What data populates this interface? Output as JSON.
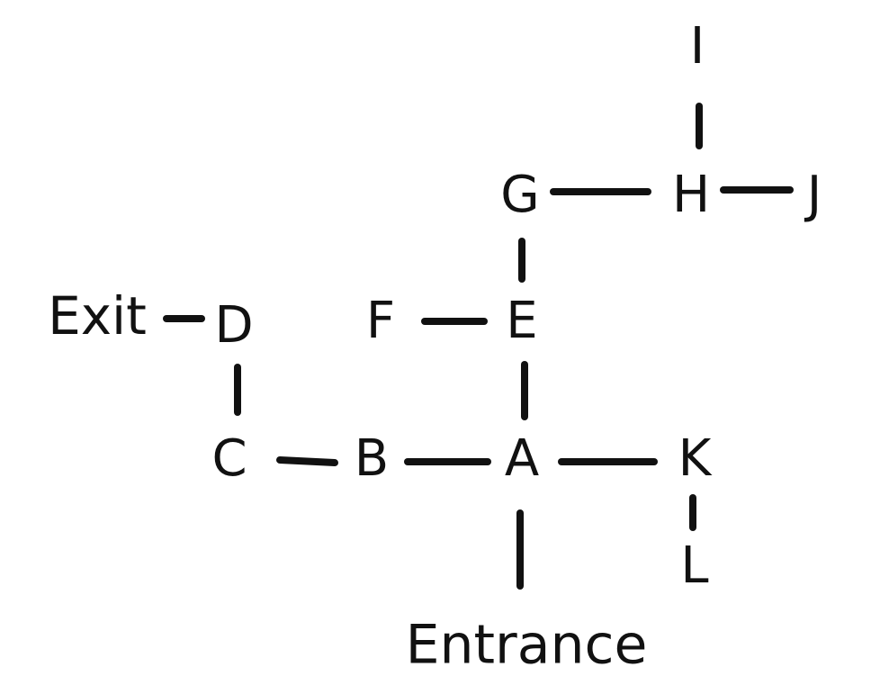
{
  "diagram": {
    "nodes": [
      {
        "id": "I",
        "label": "I"
      },
      {
        "id": "G",
        "label": "G"
      },
      {
        "id": "H",
        "label": "H"
      },
      {
        "id": "J",
        "label": "J"
      },
      {
        "id": "Exit",
        "label": "Exit"
      },
      {
        "id": "D",
        "label": "D"
      },
      {
        "id": "F",
        "label": "F"
      },
      {
        "id": "E",
        "label": "E"
      },
      {
        "id": "C",
        "label": "C"
      },
      {
        "id": "B",
        "label": "B"
      },
      {
        "id": "A",
        "label": "A"
      },
      {
        "id": "K",
        "label": "K"
      },
      {
        "id": "L",
        "label": "L"
      },
      {
        "id": "Entrance",
        "label": "Entrance"
      }
    ],
    "edges": [
      {
        "from": "I",
        "to": "H"
      },
      {
        "from": "G",
        "to": "H"
      },
      {
        "from": "H",
        "to": "J"
      },
      {
        "from": "G",
        "to": "E"
      },
      {
        "from": "Exit",
        "to": "D"
      },
      {
        "from": "F",
        "to": "E"
      },
      {
        "from": "D",
        "to": "C"
      },
      {
        "from": "E",
        "to": "A"
      },
      {
        "from": "C",
        "to": "B"
      },
      {
        "from": "B",
        "to": "A"
      },
      {
        "from": "A",
        "to": "K"
      },
      {
        "from": "K",
        "to": "L"
      },
      {
        "from": "A",
        "to": "Entrance"
      }
    ],
    "colors": {
      "ink": "#111111",
      "background": "#ffffff"
    }
  }
}
